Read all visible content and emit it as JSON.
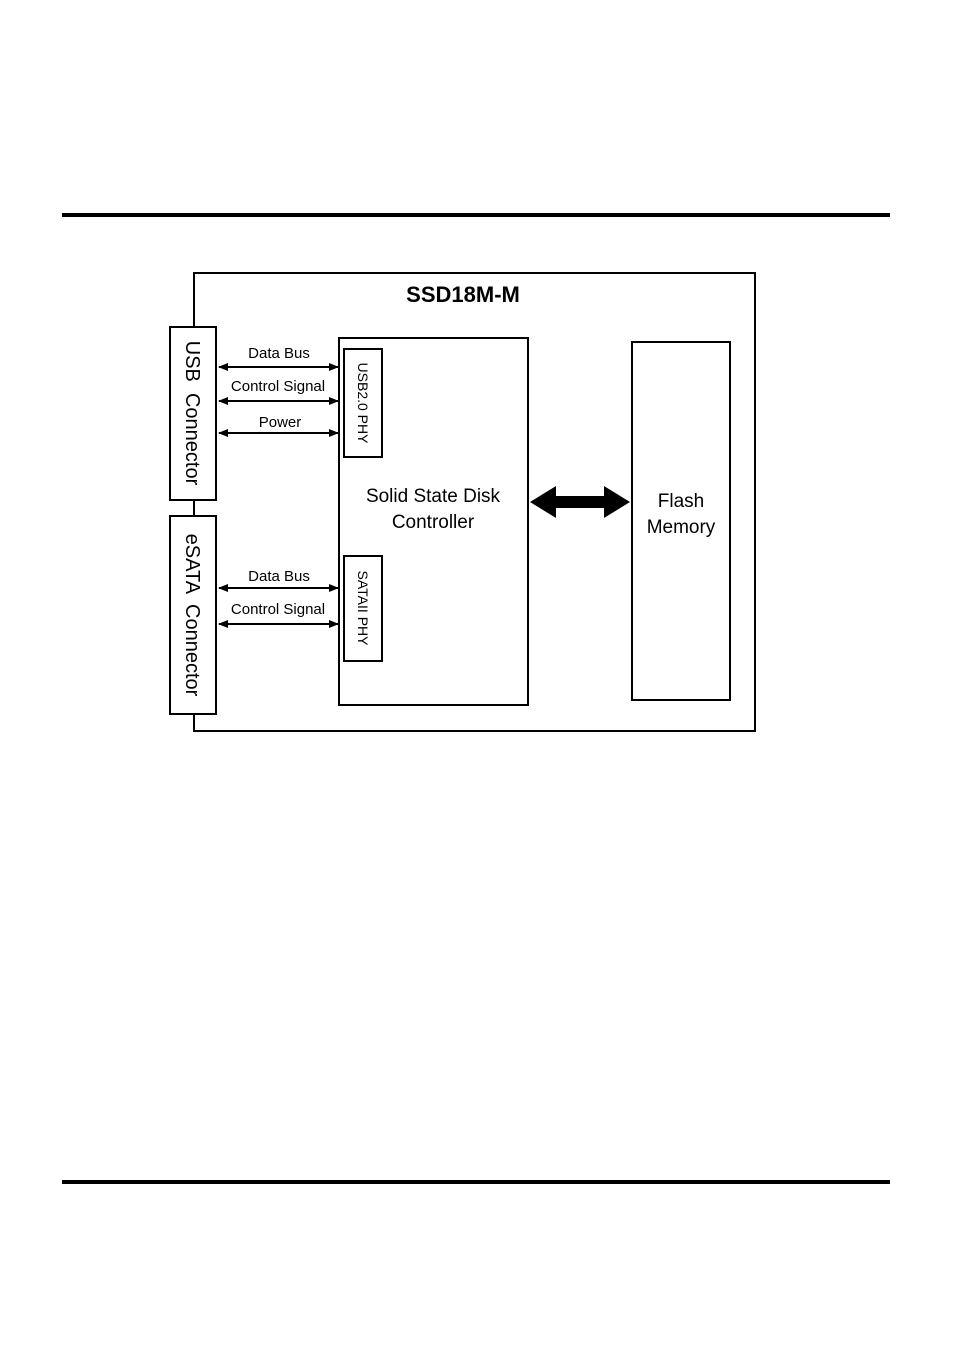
{
  "diagram": {
    "title": "SSD18M-M",
    "usb_connector": "USB  Connector",
    "esata_connector": "eSATA  Connector",
    "usb_links": [
      "Data Bus",
      "Control Signal",
      "Power"
    ],
    "esata_links": [
      "Data Bus",
      "Control Signal"
    ],
    "usb_phy": "USB2.0 PHY",
    "sata_phy": "SATAII PHY",
    "controller_line1": "Solid State Disk",
    "controller_line2": "Controller",
    "memory_line1": "Flash",
    "memory_line2": "Memory"
  }
}
